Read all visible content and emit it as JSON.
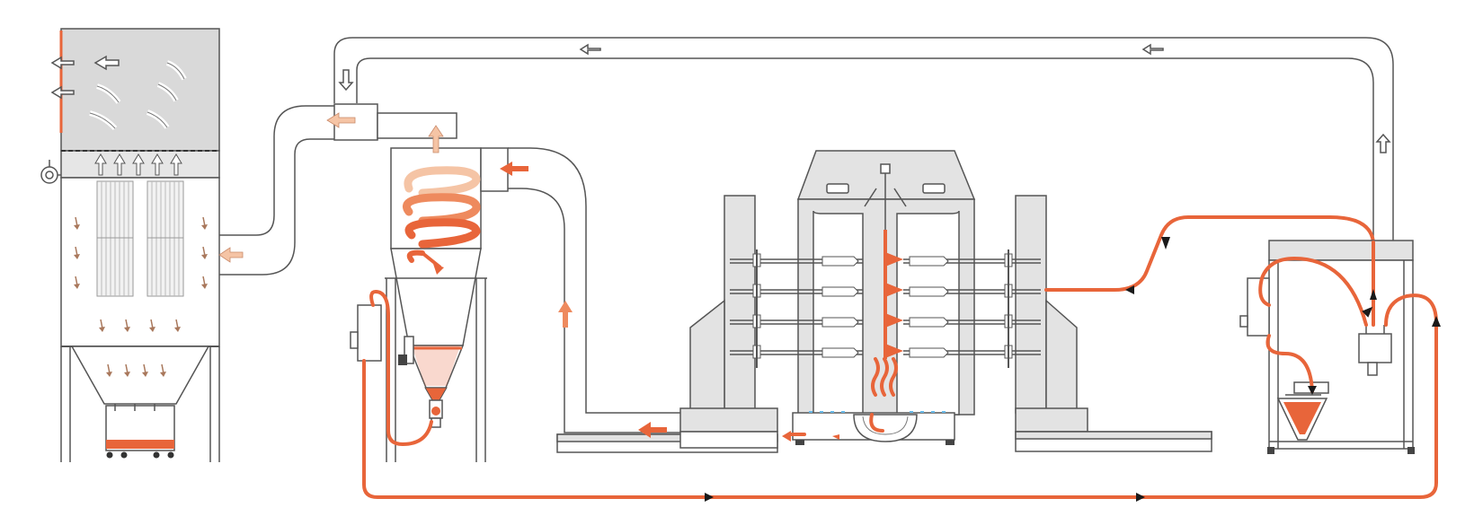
{
  "diagram": {
    "colors": {
      "powder_flow": "#e8653a",
      "air_flow_light": "#f5c4a5",
      "air_flow_white": "#ffffff",
      "housing_gray": "#e3e3e3",
      "outline": "#555555"
    },
    "components": [
      {
        "id": "cartridge-filter-unit",
        "icon": "filter-housing"
      },
      {
        "id": "cyclone-separator",
        "icon": "cyclone"
      },
      {
        "id": "spray-booth",
        "icon": "booth-cabin"
      },
      {
        "id": "powder-center",
        "icon": "feed-station"
      }
    ],
    "flows": [
      {
        "id": "air-return",
        "color": "outline"
      },
      {
        "id": "powder-recovery",
        "color": "powder_flow"
      },
      {
        "id": "powder-supply",
        "color": "powder_flow"
      }
    ]
  }
}
